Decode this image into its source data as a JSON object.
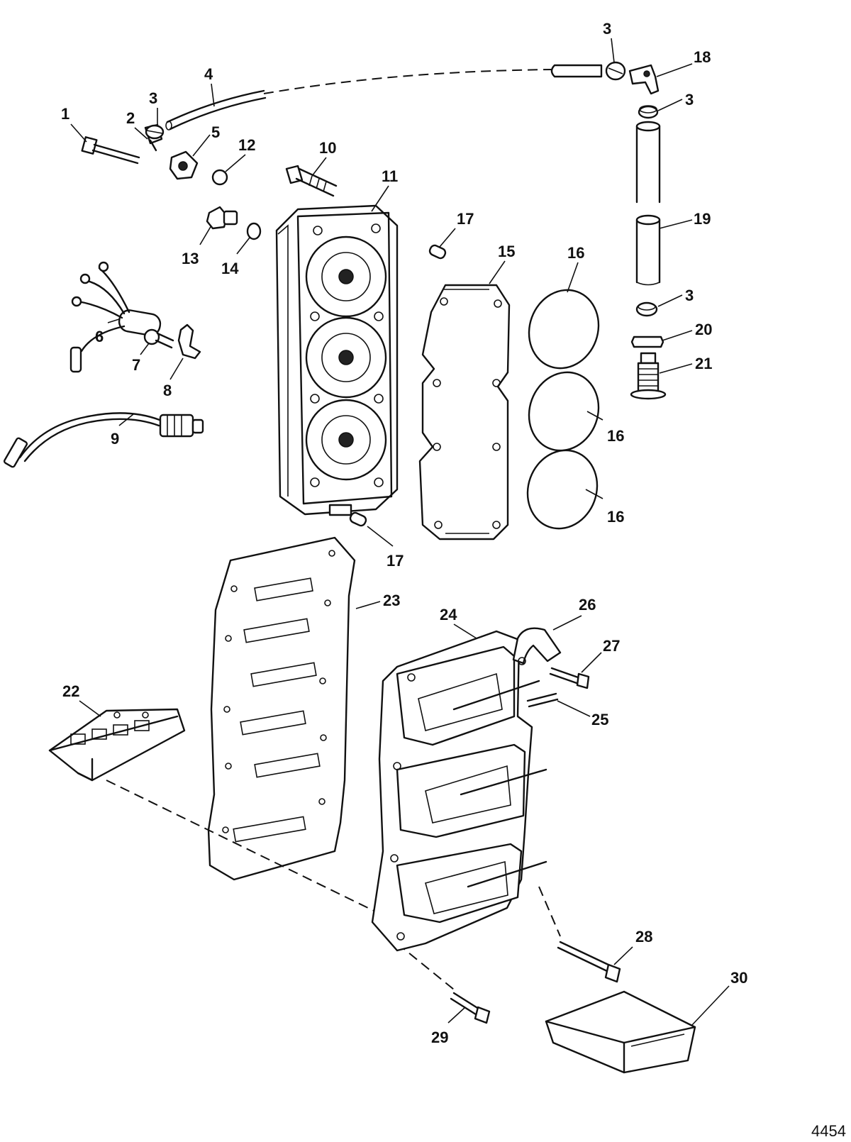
{
  "figure_number": "4454",
  "callouts": [
    {
      "id": "c1",
      "text": "1"
    },
    {
      "id": "c2",
      "text": "2"
    },
    {
      "id": "c3a",
      "text": "3"
    },
    {
      "id": "c3b",
      "text": "3"
    },
    {
      "id": "c3c",
      "text": "3"
    },
    {
      "id": "c3d",
      "text": "3"
    },
    {
      "id": "c4",
      "text": "4"
    },
    {
      "id": "c5",
      "text": "5"
    },
    {
      "id": "c6",
      "text": "6"
    },
    {
      "id": "c7",
      "text": "7"
    },
    {
      "id": "c8",
      "text": "8"
    },
    {
      "id": "c9",
      "text": "9"
    },
    {
      "id": "c10",
      "text": "10"
    },
    {
      "id": "c11",
      "text": "11"
    },
    {
      "id": "c12",
      "text": "12"
    },
    {
      "id": "c13",
      "text": "13"
    },
    {
      "id": "c14",
      "text": "14"
    },
    {
      "id": "c15",
      "text": "15"
    },
    {
      "id": "c16a",
      "text": "16"
    },
    {
      "id": "c16b",
      "text": "16"
    },
    {
      "id": "c16c",
      "text": "16"
    },
    {
      "id": "c17a",
      "text": "17"
    },
    {
      "id": "c17b",
      "text": "17"
    },
    {
      "id": "c18",
      "text": "18"
    },
    {
      "id": "c19",
      "text": "19"
    },
    {
      "id": "c20",
      "text": "20"
    },
    {
      "id": "c21",
      "text": "21"
    },
    {
      "id": "c22",
      "text": "22"
    },
    {
      "id": "c23",
      "text": "23"
    },
    {
      "id": "c24",
      "text": "24"
    },
    {
      "id": "c25",
      "text": "25"
    },
    {
      "id": "c26",
      "text": "26"
    },
    {
      "id": "c27",
      "text": "27"
    },
    {
      "id": "c28",
      "text": "28"
    },
    {
      "id": "c29",
      "text": "29"
    },
    {
      "id": "c30",
      "text": "30"
    }
  ]
}
